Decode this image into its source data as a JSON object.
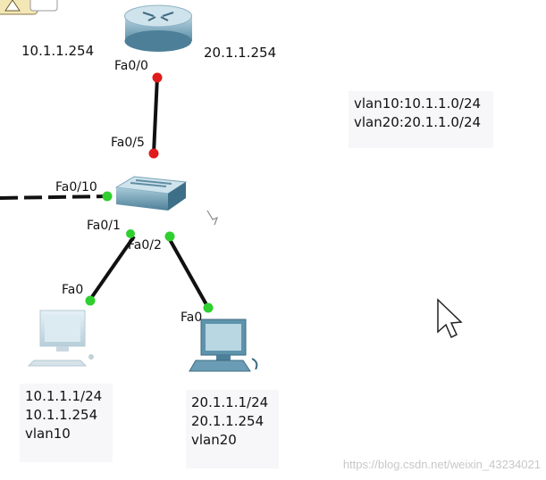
{
  "router": {
    "left_ip": "10.1.1.254",
    "right_ip": "20.1.1.254",
    "port": "Fa0/0"
  },
  "switch": {
    "uplink_port": "Fa0/5",
    "trunk_port": "Fa0/10",
    "port_pc1": "Fa0/1",
    "port_pc2": "Fa0/2"
  },
  "vlan_note": {
    "line1": "vlan10:10.1.1.0/24",
    "line2": "vlan20:20.1.1.0/24"
  },
  "pc1": {
    "port": "Fa0",
    "ip": "10.1.1.1/24",
    "gateway": "10.1.1.254",
    "vlan": "vlan10"
  },
  "pc2": {
    "port": "Fa0",
    "ip": "20.1.1.1/24",
    "gateway": "20.1.1.254",
    "vlan": "vlan20"
  },
  "watermark": "https://blog.csdn.net/weixin_43234021",
  "colors": {
    "link": "#111111",
    "port_down": "#e01b1b",
    "port_up": "#2fcf2f",
    "device": "#6fa7bf"
  }
}
